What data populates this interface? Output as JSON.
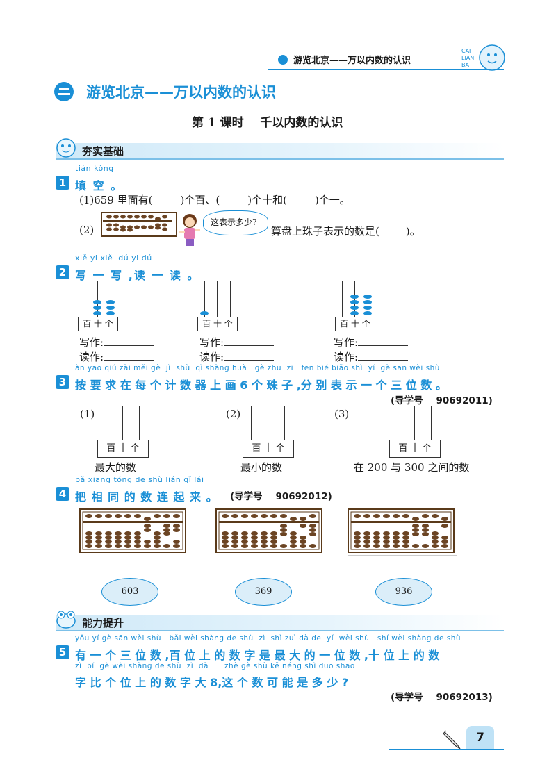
{
  "header": {
    "running_title": "游览北京——万以内数的认识",
    "logo_text": "CAI LIAN BA"
  },
  "unit": {
    "number_icon": "two-badge-icon",
    "title": "游览北京——万以内数的认识"
  },
  "lesson_title": "第 1 课时    千以内数的认识",
  "sections": {
    "basic": "夯实基础",
    "advanced": "能力提升"
  },
  "q1": {
    "num": "1",
    "pinyin": "tián kòng",
    "title": "填 空 。",
    "line1_a": "(1)659 里面有(",
    "line1_b": ")个百、(",
    "line1_c": ")个十和(",
    "line1_d": ")个一。",
    "line2_label": "(2)",
    "bubble": "这表示多少?",
    "line2_text": "算盘上珠子表示的数是(",
    "line2_end": ")。"
  },
  "q2": {
    "num": "2",
    "pinyin": "xiě yi xiě  dú yi dú",
    "title": "写 一 写 ,读 一 读 。",
    "counter_labels": "百 十 个",
    "write_label": "写作:",
    "read_label": "读作:",
    "counters": [
      {
        "hundreds": 0,
        "tens": 3,
        "ones": 3
      },
      {
        "hundreds": 1,
        "tens": 0,
        "ones": 0
      },
      {
        "hundreds": 0,
        "tens": 4,
        "ones": 4
      }
    ]
  },
  "q3": {
    "num": "3",
    "pinyin": "àn yāo qiú zài měi gè  jì  shù  qì shàng huà   gè zhū  zi   fēn bié biǎo shì  yí  gè sān wèi shù",
    "title": "按 要 求 在 每 个 计 数 器  上  画  6 个 珠 子 ,分 别 表 示 一 个 三 位 数 。",
    "ref": "(导学号    90692011)",
    "items": [
      {
        "label": "(1)",
        "caption": "最大的数"
      },
      {
        "label": "(2)",
        "caption": "最小的数"
      },
      {
        "label": "(3)",
        "caption": "在 200 与 300 之间的数"
      }
    ],
    "counter_labels": "百 十 个"
  },
  "q4": {
    "num": "4",
    "pinyin": "bǎ xiāng tóng de shù lián qǐ lái",
    "title": "把 相  同 的 数 连 起 来 。",
    "ref": "(导学号    90692012)",
    "numbers": [
      "603",
      "369",
      "936"
    ]
  },
  "q5": {
    "num": "5",
    "pinyin1": "yǒu yí gè sān wèi shù   bǎi wèi shàng de shù  zì  shì zuì dà de  yí  wèi shù   shí wèi shàng de shù",
    "line1": "有 一 个 三 位 数 ,百 位  上  的 数 字 是 最 大 的 一 位 数 ,十 位  上  的 数",
    "pinyin2": "zì  bǐ  gè wèi shàng de shù  zì  dà      zhè gè shù kě néng shì duō shao",
    "line2": "字 比 个 位  上  的 数 字 大 8,这 个 数 可 能 是 多 少 ?",
    "ref": "(导学号    90692013)"
  },
  "page_number": "7",
  "colors": {
    "accent": "#1a8fd6",
    "band": "#cfe9f8",
    "wood": "#5a3a1a"
  }
}
